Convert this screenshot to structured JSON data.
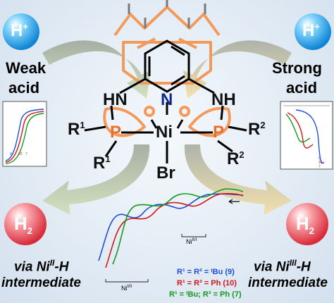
{
  "reagents": {
    "proton_left": "H",
    "proton_right": "H",
    "proton_charge": "+",
    "weak_acid": [
      "Weak",
      "acid"
    ],
    "strong_acid": [
      "Strong",
      "acid"
    ],
    "h2": "H",
    "h2_subscript": "2"
  },
  "complex": {
    "hn_left": "HN",
    "hn_right": "NH",
    "n_center": "N",
    "metal": "Ni",
    "halide": "Br",
    "p_left": "P",
    "p_right": "P",
    "r1_top_left": "R",
    "r1_bottom_left": "R",
    "r2_top_right": "R",
    "r2_bottom_right": "R",
    "r1_sup": "1",
    "r2_sup": "2"
  },
  "intermediates": {
    "left": {
      "prefix": "via Ni",
      "oxidation": "II",
      "suffix": "-H",
      "line2": "intermediate"
    },
    "right": {
      "prefix": "via Ni",
      "oxidation": "III",
      "suffix": "-H",
      "line2": "intermediate"
    }
  },
  "cv_labels": {
    "couple_upper": "Ni",
    "couple_upper_sup": "II/I",
    "couple_lower": "Ni",
    "couple_lower_sup": "I/0"
  },
  "legend": [
    {
      "text": "R¹ = R² = ᵗBu (9)",
      "color": "#1f4fd6"
    },
    {
      "text": "R¹ = R² = Ph (10)",
      "color": "#d01818"
    },
    {
      "text": "R¹ = ᵗBu; R² = Ph (7)",
      "color": "#139a1e"
    }
  ],
  "inset_left_legend": [
    "9",
    "10",
    "7"
  ],
  "inset_right_legend": [
    "9",
    "10",
    "7"
  ],
  "colors": {
    "h_plus_ball": "#1aa3e8",
    "h2_ball": "#f04b57",
    "ligand_orange": "#f39a5a",
    "text_blue": "#0b2a8c",
    "series_blue": "#1f4fd6",
    "series_red": "#d01818",
    "series_green": "#139a1e"
  },
  "icons": [
    "proton-ball-icon",
    "hydrogen-ball-icon",
    "curved-arrow-icon",
    "pyridine-ring-icon"
  ]
}
